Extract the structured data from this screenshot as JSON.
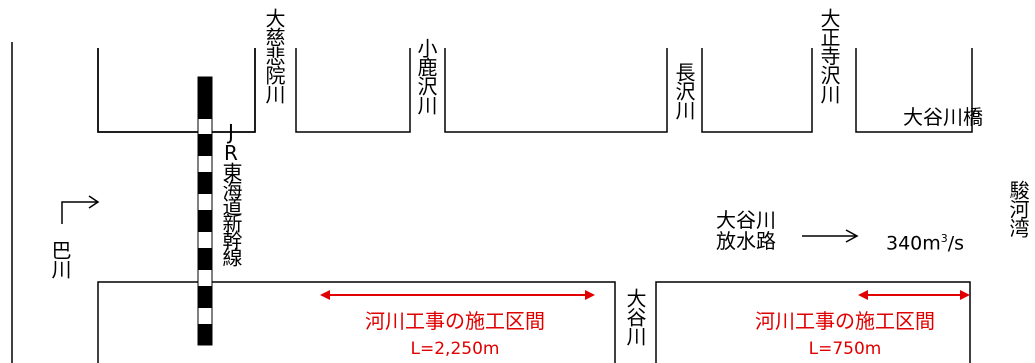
{
  "rivers": {
    "tomoe": "巴川",
    "daijihi_in": "大慈悲院川",
    "ojikazawa": "小鹿沢川",
    "nagasawa": "長沢川",
    "daishoji_sawa": "大正寺沢川",
    "oya_bridge": "大谷川橋",
    "oya": "大谷川"
  },
  "railway": "JR東海道新幹線",
  "floodway": {
    "line1": "大谷川",
    "line2": "放水路",
    "flow_value": "340m",
    "flow_sup": "3",
    "flow_unit": "/s"
  },
  "bay": "駿河湾",
  "works": [
    {
      "label": "河川工事の施工区間",
      "length": "L=2,250m"
    },
    {
      "label": "河川工事の施工区間",
      "length": "L=750m"
    }
  ],
  "colors": {
    "line": "#000000",
    "works": "#e00000",
    "rail_dark": "#000000",
    "rail_light": "#ffffff"
  }
}
